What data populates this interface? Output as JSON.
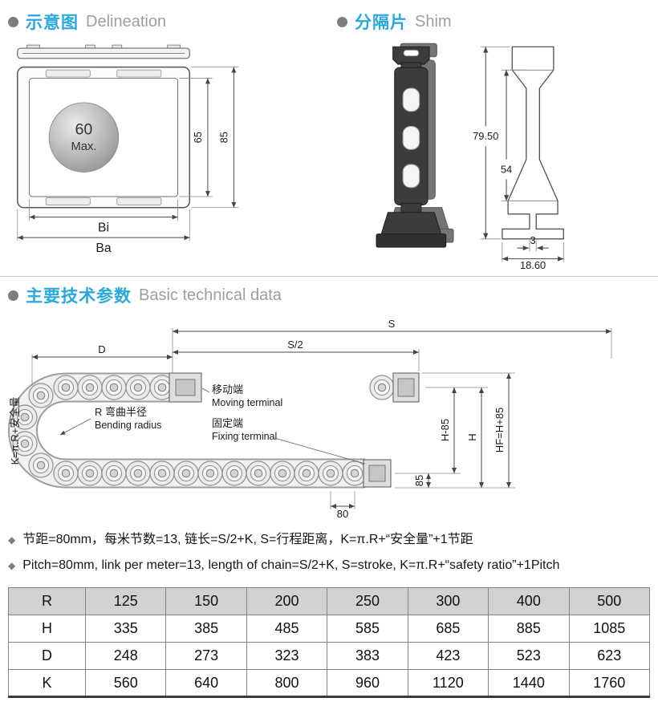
{
  "sections": {
    "delineation": {
      "title_zh": "示意图",
      "title_en": "Delineation"
    },
    "shim": {
      "title_zh": "分隔片",
      "title_en": "Shim"
    },
    "technical": {
      "title_zh": "主要技术参数",
      "title_en": "Basic technical data"
    }
  },
  "delineation": {
    "ball_value": "60",
    "ball_label": "Max.",
    "dim_inner_height": "65",
    "dim_outer_height": "85",
    "dim_inner_width": "Bi",
    "dim_outer_width": "Ba"
  },
  "shim": {
    "dim_height": "79.50",
    "dim_mid": "54",
    "dim_foot": "3",
    "dim_base": "18.60"
  },
  "diagram": {
    "dim_s": "S",
    "dim_s2": "S/2",
    "dim_d": "D",
    "moving_zh": "移动端",
    "moving_en": "Moving terminal",
    "fixing_zh": "固定端",
    "fixing_en": "Fixing terminal",
    "radius_zh": "R 弯曲半径",
    "radius_en": "Bending radius",
    "k_label": "K=π.R+安全量",
    "dim_h_minus": "H-85",
    "dim_h": "H",
    "dim_hf": "HF=H+85",
    "dim_85": "85",
    "dim_80": "80"
  },
  "notes": {
    "zh": "节距=80mm，每米节数=13, 链长=S/2+K, S=行程距离，K=π.R+“安全量”+1节距",
    "en": "Pitch=80mm, link per meter=13, length of chain=S/2+K, S=stroke, K=π.R+“safety ratio”+1Pitch"
  },
  "chart_data": {
    "type": "table",
    "header": [
      "R",
      "125",
      "150",
      "200",
      "250",
      "300",
      "400",
      "500"
    ],
    "rows": [
      [
        "H",
        "335",
        "385",
        "485",
        "585",
        "685",
        "885",
        "1085"
      ],
      [
        "D",
        "248",
        "273",
        "323",
        "383",
        "423",
        "523",
        "623"
      ],
      [
        "K",
        "560",
        "640",
        "800",
        "960",
        "1120",
        "1440",
        "1760"
      ]
    ]
  },
  "colors": {
    "accent_blue": "#29a8df",
    "title_gray": "#9c9ea0",
    "bullet_gray": "#7b7d80",
    "table_header_bg": "#d2d2d2",
    "thick_rule": "#3a3a3a"
  }
}
